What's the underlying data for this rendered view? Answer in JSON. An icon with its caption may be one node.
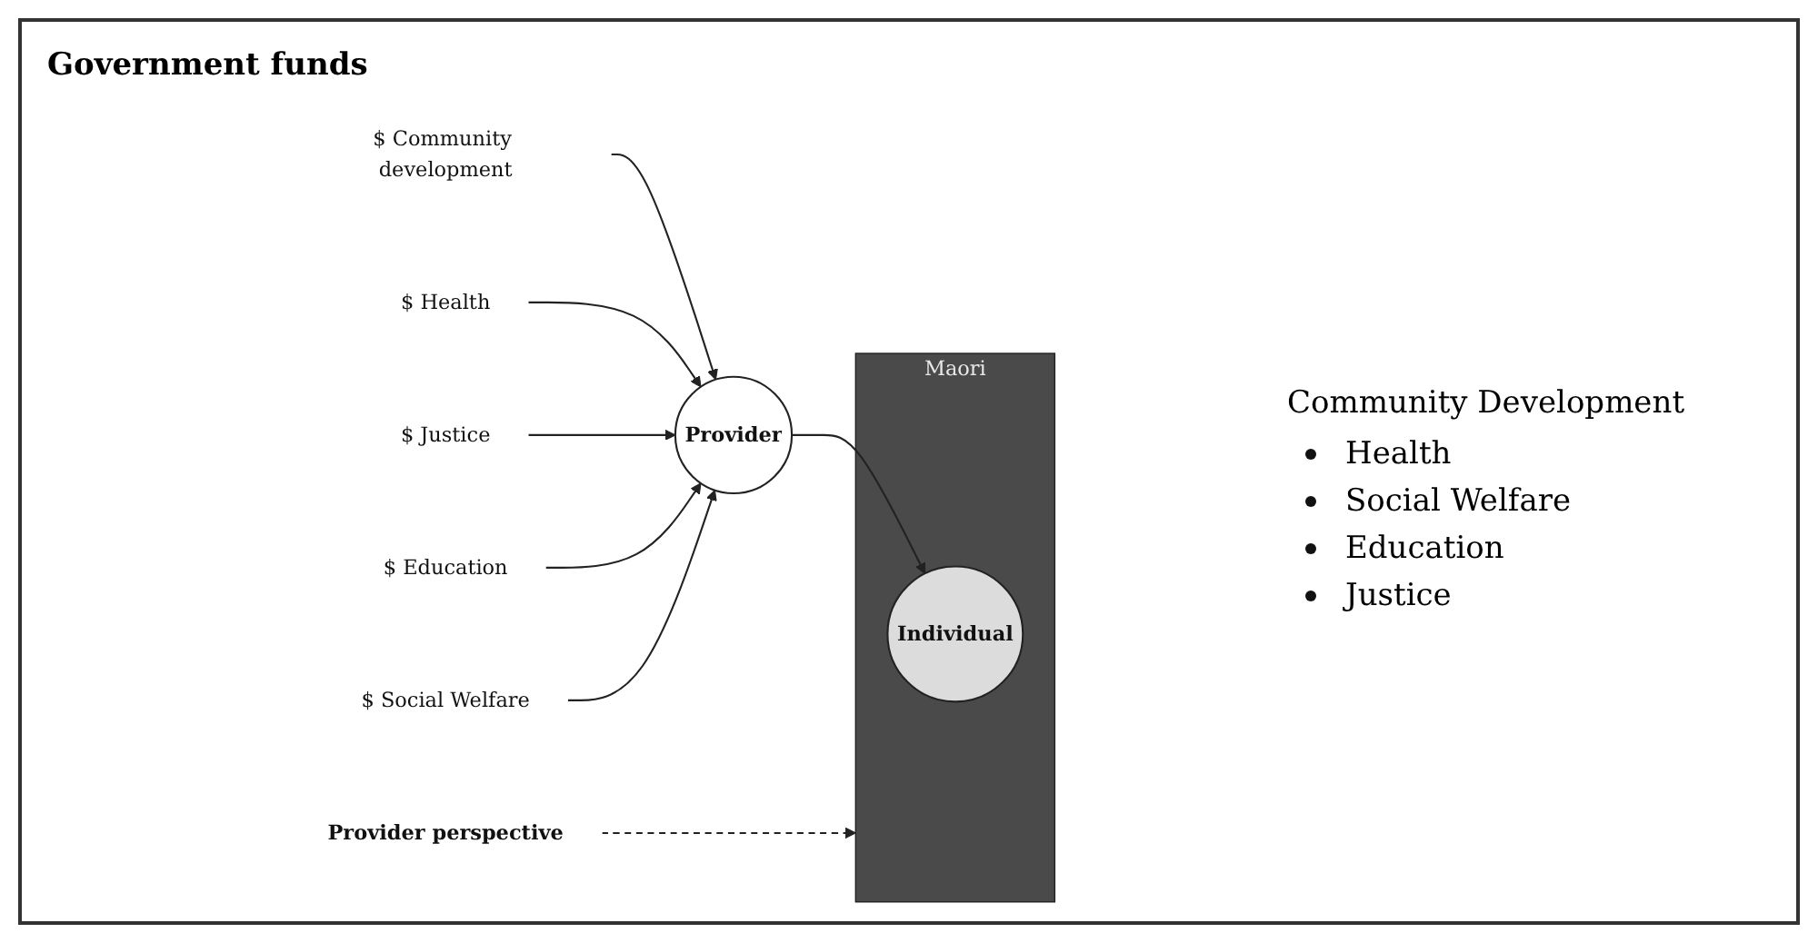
{
  "diagram": {
    "nodes": [
      {
        "text": [
          "$ Community development"
        ]
      },
      {
        "text": [
          "$ Health"
        ]
      },
      {
        "text": [
          "$ Justice"
        ]
      },
      {
        "text": [
          "$ Education"
        ]
      },
      {
        "text": [
          "$ Social Welfare"
        ]
      },
      {
        "text": [
          "Provider"
        ]
      },
      {
        "text": [
          "Maori"
        ]
      },
      {
        "text": [
          "Individual"
        ],
        "in": 6
      },
      {
        "text": [
          "Provider perspective"
        ]
      }
    ],
    "edges": [
      {
        "from": 0,
        "to": 5,
        "arrow": "to"
      },
      {
        "from": 1,
        "to": 5,
        "arrow": "to"
      },
      {
        "from": 2,
        "to": 5,
        "arrow": "to"
      },
      {
        "from": 3,
        "to": 5,
        "arrow": "to"
      },
      {
        "from": 4,
        "to": 5,
        "arrow": "to"
      },
      {
        "from": 5,
        "to": 7,
        "arrow": "to"
      },
      {
        "from": 8,
        "to": 6,
        "arrow": "to",
        "style": "dashed"
      }
    ],
    "labels": [
      "Government funds",
      "Community Development",
      "Health",
      "Social Welfare",
      "Education",
      "Justice"
    ]
  }
}
